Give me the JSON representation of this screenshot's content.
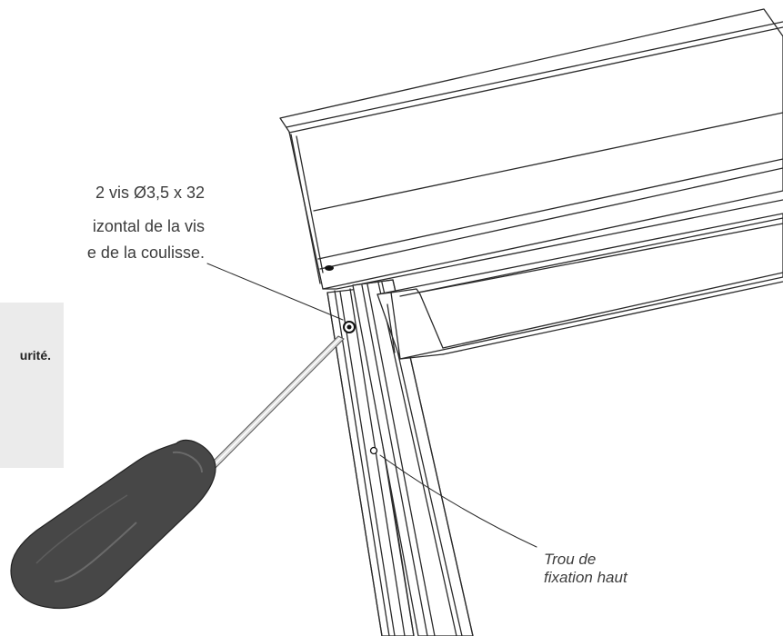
{
  "instructions": {
    "line1": "2 vis Ø3,5 x 32",
    "line2": "izontal de la vis",
    "line3": "e de la coulisse."
  },
  "note": {
    "text": "urité."
  },
  "callout": {
    "line1": "Trou de",
    "line2": "fixation haut"
  },
  "colors": {
    "ink": "#3c3c3c",
    "note_background": "#ebebeb",
    "screwdriver_handle": "#474747"
  }
}
